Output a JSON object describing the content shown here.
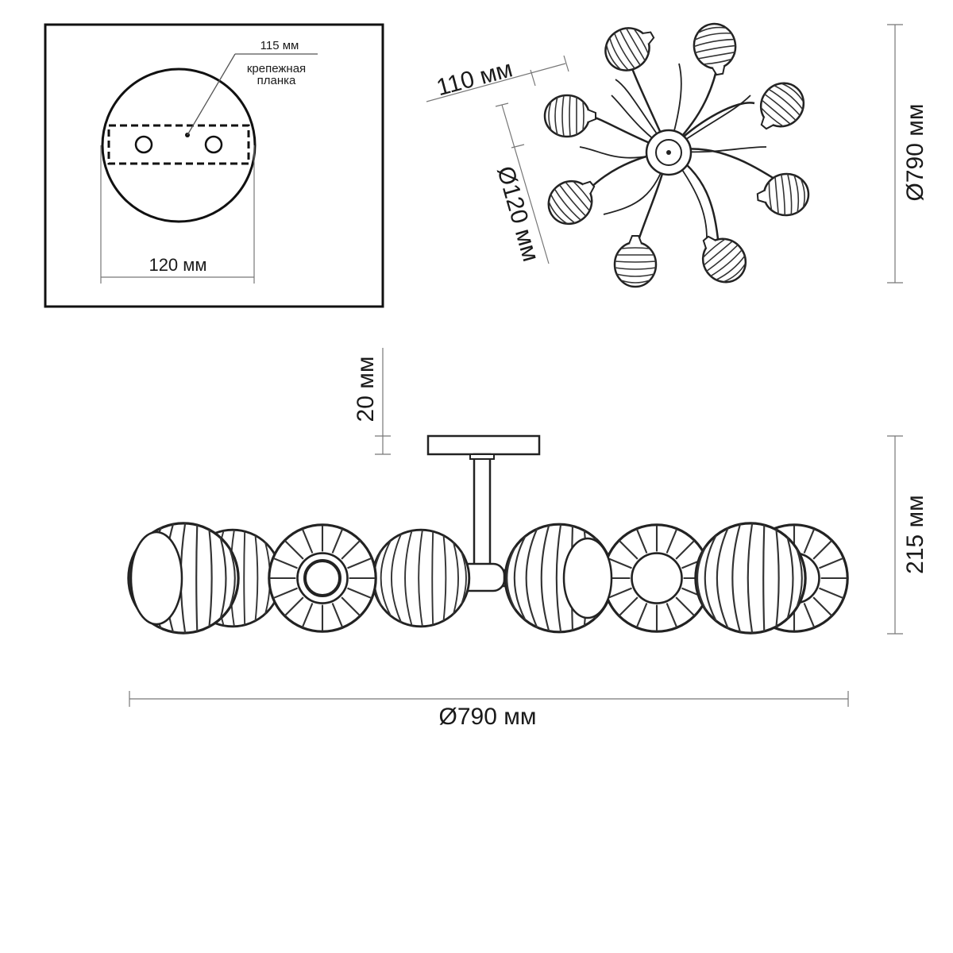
{
  "mounting_plate": {
    "plate_length": "115 мм",
    "plate_label_line1": "крепежная",
    "plate_label_line2": "планка",
    "base_diameter": "120 мм"
  },
  "top_view": {
    "arm_length": "110 мм",
    "canopy_diameter": "Ø120 мм",
    "overall_diameter": "Ø790 мм",
    "shade_count": 8
  },
  "side_view": {
    "rod_gap": "20 мм",
    "height": "215 мм",
    "width": "Ø790 мм"
  }
}
